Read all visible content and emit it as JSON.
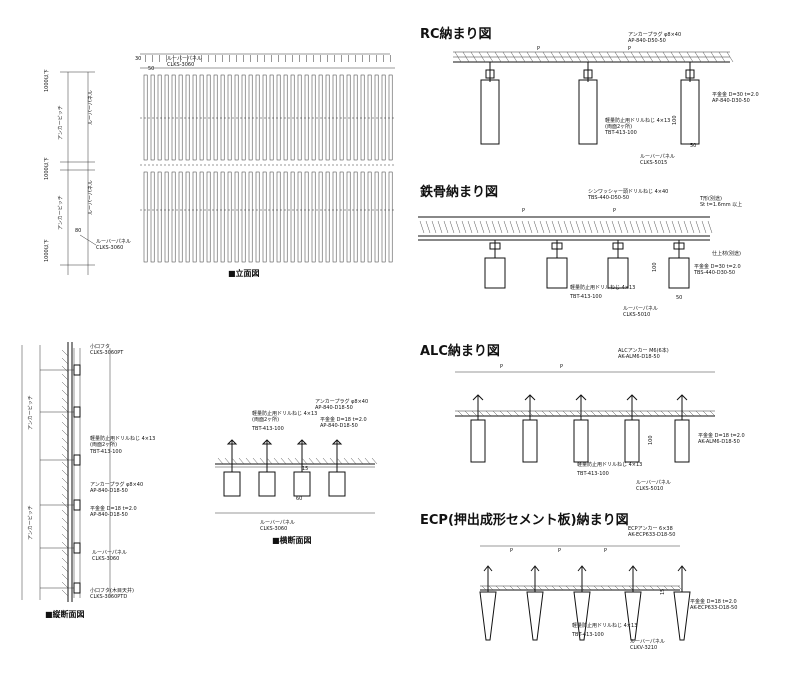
{
  "titles": {
    "rc": "RC納まり図",
    "steel": "鉄骨納まり図",
    "alc": "ALC納まり図",
    "ecp": "ECP(押出成形セメント板)納まり図"
  },
  "captions": {
    "elevation": "■立面図",
    "vertical": "■縦断面図",
    "horizontal": "■横断面図"
  },
  "labels": {
    "louver_panel": "ルーバーパネル",
    "clks3060": "CLKS-3060",
    "clks3060a": "CLKS-3060",
    "anchor_plug": "アンカープラグ φ8×40",
    "ap840": "AP-840-D50-50",
    "flat_bracket": "平金金 D=30 t=2.0",
    "ap840b": "AP-840-D30-50",
    "drill_screw": "軽量防止用ドリルねじ 4×13",
    "drill_sub": "(両面2ヶ所)",
    "tbt": "TBT-413-100",
    "clks5015": "CLKS-5015",
    "washer_screw": "シンワッシャー頭ドリルねじ 4×40",
    "tbs440": "TBS-440-D50-50",
    "t_bracket": "T形(別途)",
    "steel_t": "St t=1.6mm 以上",
    "finish_material": "仕上材(別途)",
    "tbs440b": "TBS-440-D30-50",
    "clks5010": "CLKS-5010",
    "alc_anchor": "ALCアンカー M6(6本)",
    "ak_alm": "AK-ALM6-D18-50",
    "flat_alc": "平金金 D=18 t=2.0",
    "ak_alm_b": "AK-ALM6-D18-50",
    "ecp_anchor": "ECPアンカー 6×38",
    "ak_ecp": "AK-ECP633-D18-50",
    "flat_ecp": "平金金 D=18 t=2.0",
    "ak_ecp_b": "AK-ECP633-D18-50",
    "clkv3210": "CLKV-3210",
    "small_cap": "小口フタ",
    "clks3060pt": "CLKS-3060PT",
    "clks3060ptd": "CLKS-3060PTD",
    "small_cap_b": "小口フタ(木目天井)",
    "ap840d18": "AP-840-D18-50",
    "flat_vert": "平金金 D=18 t=2.0",
    "anchor_pitch": "アンカーピッチ",
    "pitch1": "1000以下",
    "pitch2": "1000以下",
    "pitch3": "1000以下",
    "p": "P",
    "dim50": "50",
    "dim60": "60",
    "dim100": "100",
    "dim15": "15",
    "dim30": "30",
    "dim80": "80"
  },
  "colors": {
    "line": "#111111",
    "background": "#ffffff"
  }
}
